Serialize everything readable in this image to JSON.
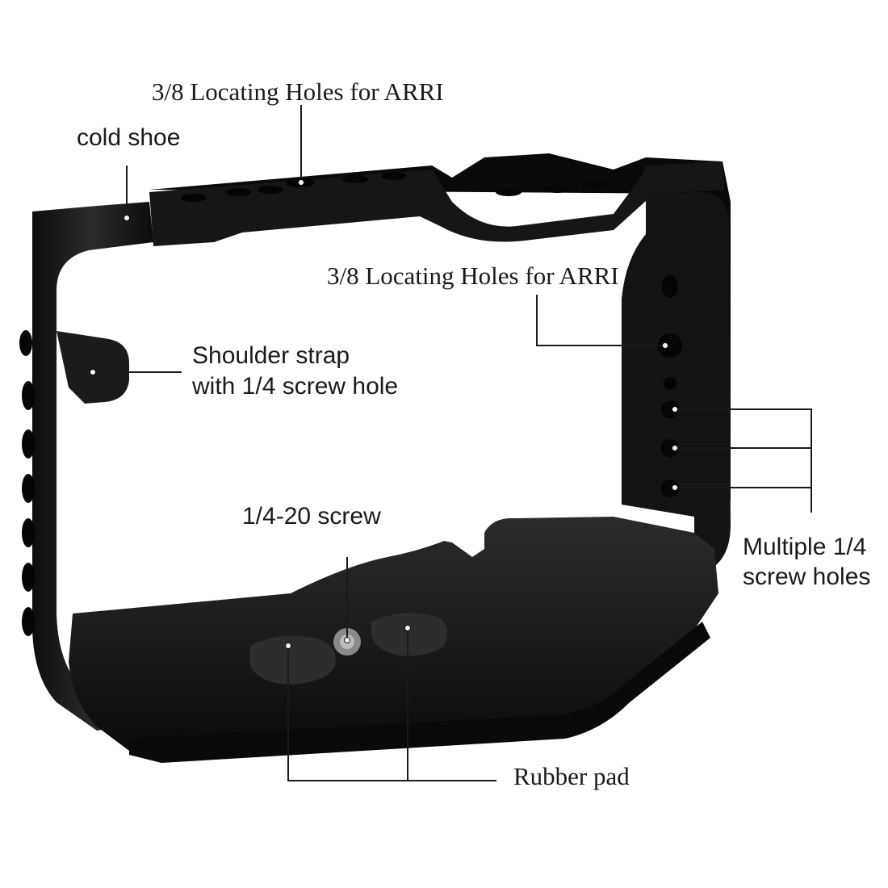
{
  "callouts": {
    "arri_top": "3/8 Locating Holes for ARRI",
    "cold_shoe": "cold shoe",
    "arri_side": "3/8 Locating Holes for ARRI",
    "shoulder_strap": [
      "Shoulder strap",
      "with 1/4 screw hole"
    ],
    "screw": "1/4-20  screw",
    "multiple_holes": [
      "Multiple 1/4",
      "screw holes"
    ],
    "rubber_pad": "Rubber pad"
  },
  "colors": {
    "background": "#ffffff",
    "cage": "#151515",
    "cage_highlight": "#2c2c2c",
    "leader_line": "#1a1a1a"
  }
}
